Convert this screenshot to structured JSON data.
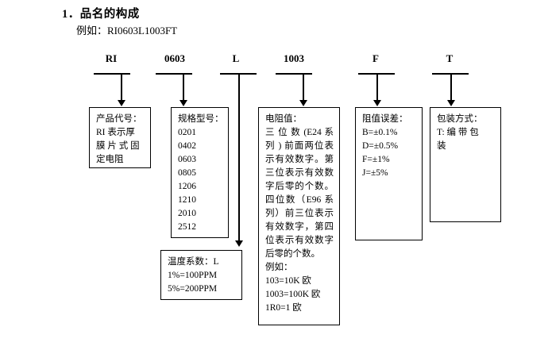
{
  "document": {
    "heading": "1．品名的构成",
    "example_line": "例如：RI0603L1003FT"
  },
  "part_number_segments": [
    {
      "code": "RI",
      "name": "product-code"
    },
    {
      "code": "0603",
      "name": "size-code"
    },
    {
      "code": "L",
      "name": "temperature-coefficient-code"
    },
    {
      "code": "1003",
      "name": "resistance-value-code"
    },
    {
      "code": "F",
      "name": "tolerance-code"
    },
    {
      "code": "T",
      "name": "packaging-code"
    }
  ],
  "boxes": {
    "product_code": {
      "title": "产品代号：",
      "lines": [
        "RI 表示厚",
        "膜 片 式 固",
        "定电阻"
      ]
    },
    "size": {
      "title": "规格型号：",
      "lines": [
        "0201",
        "0402",
        "0603",
        "0805",
        "1206",
        "1210",
        "2010",
        "2512"
      ]
    },
    "temperature_coefficient": {
      "title": "温度系数：L",
      "lines": [
        "1%=100PPM",
        "5%=200PPM"
      ]
    },
    "resistance_value": {
      "title": "电阻值：",
      "lines": [
        "三 位 数 (E24 系",
        "列 ) 前面两位表",
        "示有效数字。第",
        "三位表示有效数",
        "字后零的个数。",
        "四位数（E96 系",
        "列）前三位表示",
        "有效数字，第四",
        "位表示有效数字",
        "后零的个数。",
        "例如：",
        "103=10K 欧",
        "1003=100K 欧",
        "1R0=1 欧"
      ]
    },
    "tolerance": {
      "title": "阻值误差：",
      "lines": [
        "B=±0.1%",
        "D=±0.5%",
        "F=±1%",
        "J=±5%"
      ]
    },
    "packaging": {
      "title": "包装方式：",
      "lines": [
        "T: 编 带 包",
        "装"
      ]
    }
  }
}
